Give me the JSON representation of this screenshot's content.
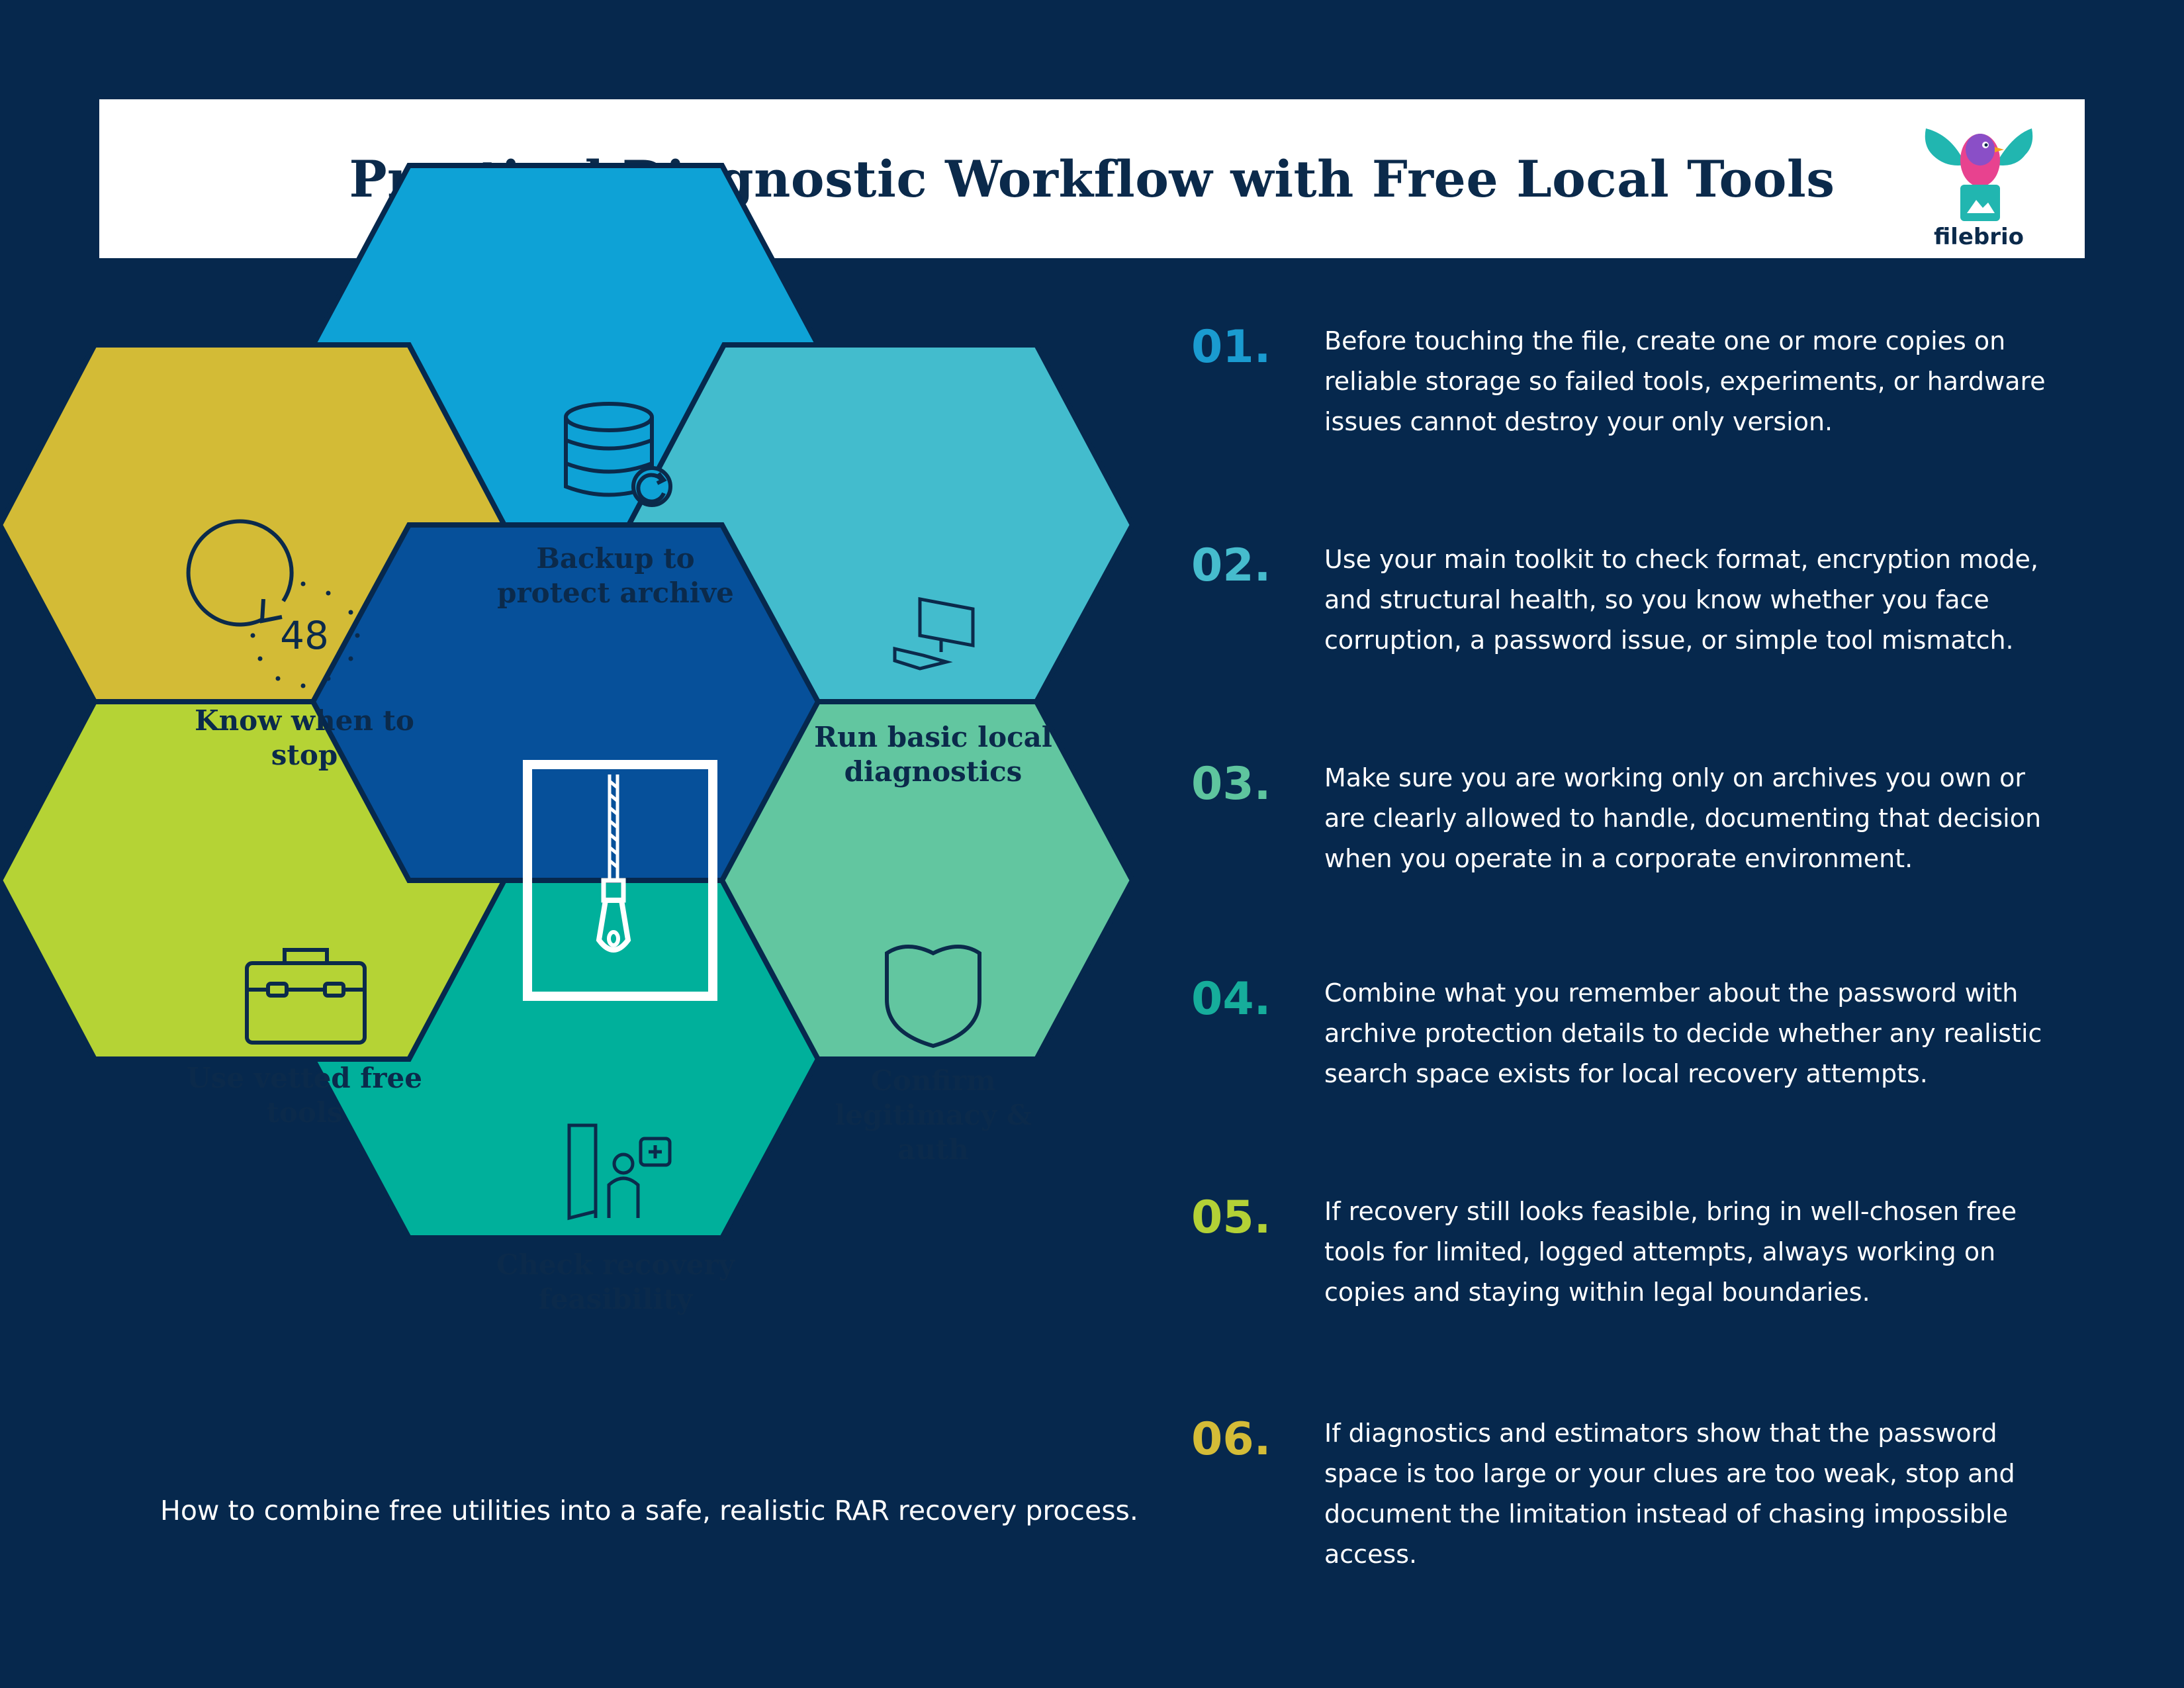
{
  "header": {
    "title": "Practical Diagnostic Workflow with Free Local Tools",
    "logo_text": "filebrio"
  },
  "hexagons": [
    {
      "label": "Backup to protect archive",
      "color": "#0ea2d6",
      "icon": "database-refresh-icon"
    },
    {
      "label": "Run basic local diagnostics",
      "color": "#43bccd",
      "icon": "computer-icon"
    },
    {
      "label": "Confirm legitimacy & auth",
      "color": "#62c6a0",
      "icon": "shield-icon"
    },
    {
      "label": "Check recovery feasibility",
      "color": "#00b09b",
      "icon": "door-person-icon"
    },
    {
      "label": "Use vetted free tools",
      "color": "#b5d335",
      "icon": "toolbox-icon"
    },
    {
      "label": "Know when to stop",
      "color": "#d3bb36",
      "icon": "timer-48-icon"
    }
  ],
  "center": {
    "color": "#06509a",
    "icon": "zip-archive-icon"
  },
  "timer_label": "48",
  "caption": "How to combine free utilities into a safe, realistic RAR recovery process.",
  "steps": [
    {
      "number": "01.",
      "color": "#1a9bd0",
      "text": "Before touching the file, create one or more copies on reliable storage so failed tools, experiments, or hardware issues cannot destroy your only version."
    },
    {
      "number": "02.",
      "color": "#46bccd",
      "text": "Use your main toolkit to check format, encryption mode, and structural health, so you know whether you face corruption, a password issue, or simple tool mismatch."
    },
    {
      "number": "03.",
      "color": "#5ec59e",
      "text": "Make sure you are working only on archives you own or are clearly allowed to handle, documenting that decision when you operate in a corporate environment."
    },
    {
      "number": "04.",
      "color": "#16ad9b",
      "text": "Combine what you remember about the password with archive protection details to decide whether any realistic search space exists for local recovery attempts."
    },
    {
      "number": "05.",
      "color": "#b3d136",
      "text": "If recovery still looks feasible, bring in well-chosen free tools for limited, logged attempts, always working on copies and staying within legal boundaries."
    },
    {
      "number": "06.",
      "color": "#d4bc37",
      "text": "If diagnostics and estimators show that the password space is too large or your clues are too weak, stop and document the limitation instead of chasing impossible access."
    }
  ]
}
